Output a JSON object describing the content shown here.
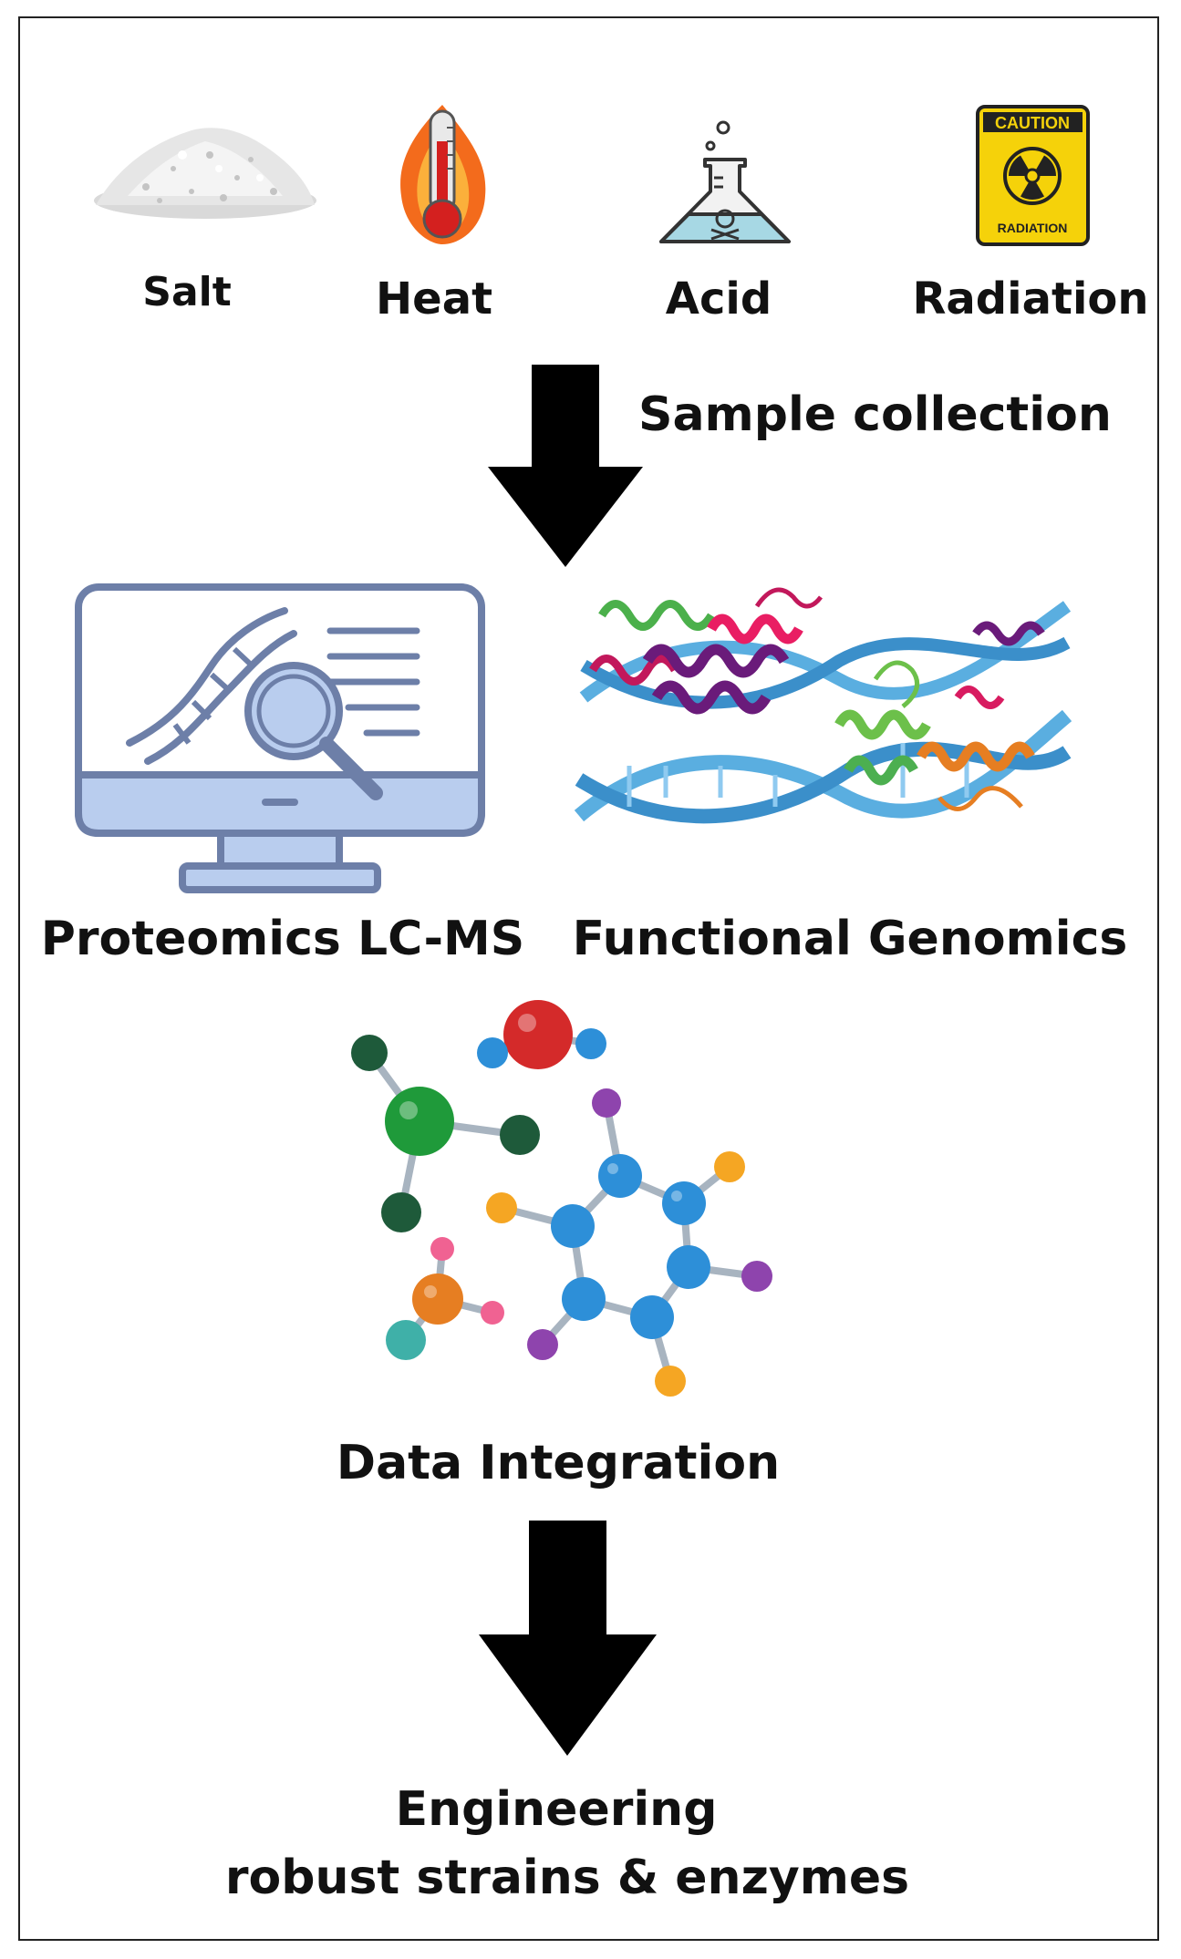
{
  "stresses": [
    {
      "label": "Salt",
      "icon": "salt-pile-icon"
    },
    {
      "label": "Heat",
      "icon": "thermometer-flame-icon"
    },
    {
      "label": "Acid",
      "icon": "acid-flask-icon"
    },
    {
      "label": "Radiation",
      "icon": "radiation-sign-icon"
    }
  ],
  "radiation_sign": {
    "top_text": "CAUTION",
    "bottom_text": "RADIATION"
  },
  "step1": "Sample collection",
  "methods": {
    "proteomics": "Proteomics LC-MS",
    "genomics": "Functional Genomics"
  },
  "integration": "Data Integration",
  "outcome": {
    "line1": "Engineering",
    "line2": "robust strains & enzymes"
  },
  "colors": {
    "arrow": "#000000",
    "monitor": "#6d7fa8",
    "monitor_fill": "#b9cdee",
    "dna": "#5aaee0",
    "caution_yellow": "#f5d20a",
    "molecule_blue": "#2d8fd8",
    "molecule_green": "#1f9a3a",
    "molecule_red": "#d42a2a"
  }
}
